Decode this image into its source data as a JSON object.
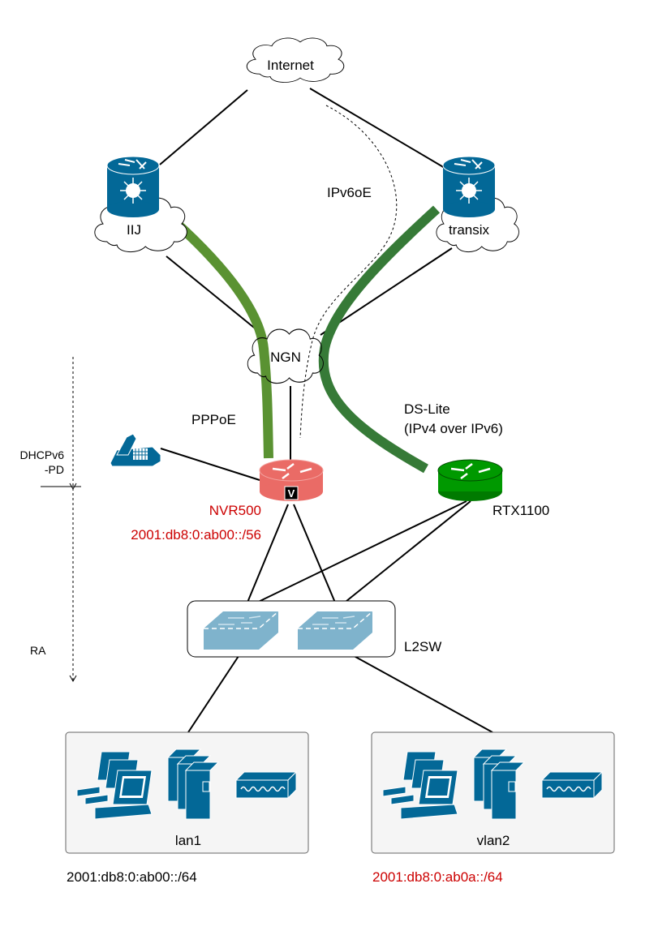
{
  "diagram": {
    "nodes": {
      "internet": {
        "label": "Internet"
      },
      "iij": {
        "label": "IIJ"
      },
      "transix": {
        "label": "transix"
      },
      "ngn": {
        "label": "NGN"
      },
      "nvr500": {
        "label": "NVR500",
        "prefix": "2001:db8:0:ab00::/56",
        "badge": "V"
      },
      "rtx1100": {
        "label": "RTX1100"
      },
      "l2sw": {
        "label": "L2SW"
      },
      "lan1": {
        "label": "lan1",
        "prefix": "2001:db8:0:ab00::/64"
      },
      "vlan2": {
        "label": "vlan2",
        "prefix": "2001:db8:0:ab0a::/64"
      }
    },
    "links": {
      "ipv6oe": "IPv6oE",
      "pppoe": "PPPoE",
      "dslite_line1": "DS-Lite",
      "dslite_line2": "(IPv4 over IPv6)"
    },
    "side": {
      "dhcp_line1": "DHCPv6",
      "dhcp_line2": "-PD",
      "ra": "RA"
    },
    "colors": {
      "router_blue": "#036897",
      "nvr_red": "#ea6b66",
      "rtx_green": "#009900",
      "pppoe_tunnel": "#5a9232",
      "dslite_tunnel": "#367a37",
      "switch_blue": "#7fb3cc",
      "label_red": "#cc0000"
    }
  }
}
